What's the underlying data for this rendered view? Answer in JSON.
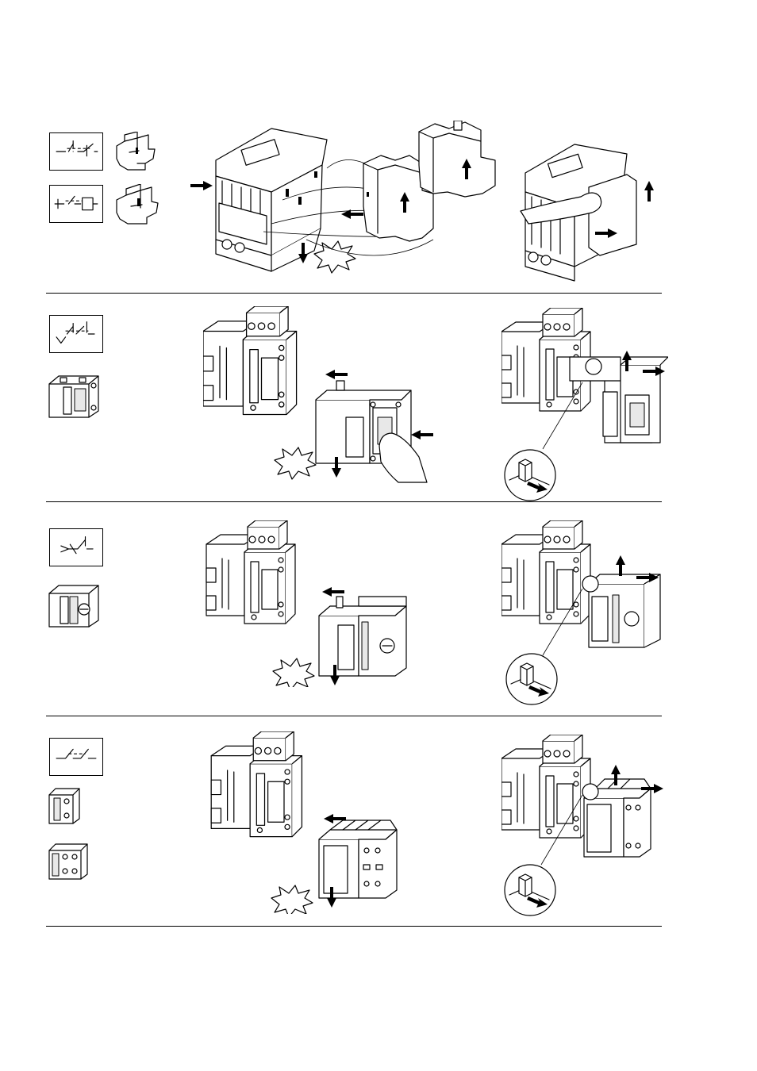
{
  "document": {
    "rows": [
      {
        "id": "side-mounted-auxiliary-block"
      },
      {
        "id": "front-auxiliary-block"
      },
      {
        "id": "front-timer-block"
      },
      {
        "id": "front-auxiliary-contact-block"
      }
    ]
  }
}
